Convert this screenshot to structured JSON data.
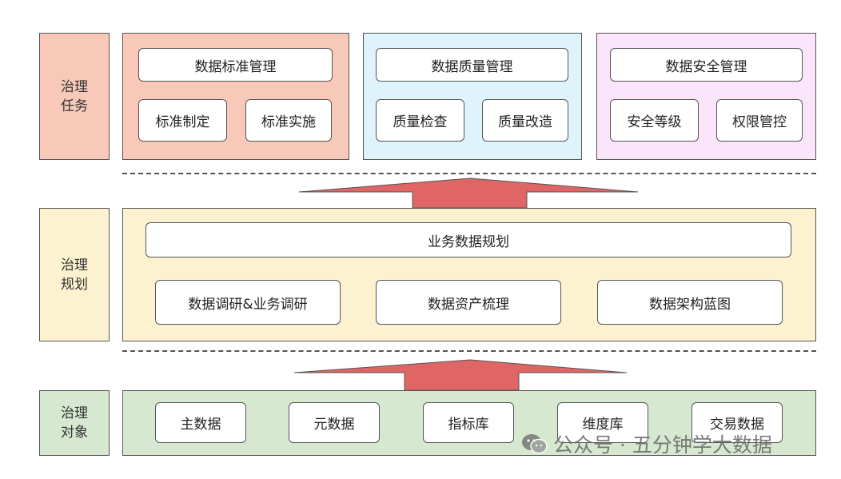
{
  "colors": {
    "tasks_side": "#f8c9b8",
    "tasks_panel1": "#f8c9b8",
    "tasks_panel2": "#def3fa",
    "tasks_panel3": "#fae5fb",
    "planning": "#fdf2cf",
    "objects": "#d7e8d1",
    "arrow": "#e06666"
  },
  "rows": {
    "tasks_label": "治理\n任务",
    "planning_label": "治理\n规划",
    "objects_label": "治理\n对象"
  },
  "tasks": [
    {
      "title": "数据标准管理",
      "items": [
        "标准制定",
        "标准实施"
      ]
    },
    {
      "title": "数据质量管理",
      "items": [
        "质量检查",
        "质量改造"
      ]
    },
    {
      "title": "数据安全管理",
      "items": [
        "安全等级",
        "权限管控"
      ]
    }
  ],
  "planning": {
    "title": "业务数据规划",
    "items": [
      "数据调研&业务调研",
      "数据资产梳理",
      "数据架构蓝图"
    ]
  },
  "objects": [
    "主数据",
    "元数据",
    "指标库",
    "维度库",
    "交易数据"
  ],
  "watermark": {
    "icon": "wechat-icon",
    "text": "公众号 · 五分钟学大数据"
  }
}
